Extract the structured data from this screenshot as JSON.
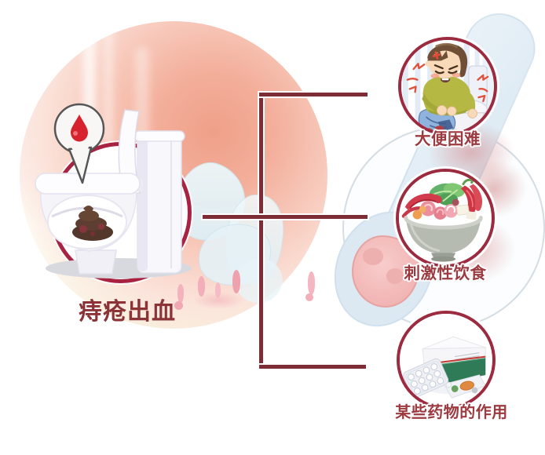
{
  "main": {
    "title": "痔疮出血",
    "illustrations": {
      "toilet": "toilet-with-open-lid-and-stool",
      "bubble": "blood-drop-callout-bubble"
    }
  },
  "causes": [
    {
      "label": "大便困难",
      "illustration": "boy-straining-on-toilet"
    },
    {
      "label": "刺激性饮食",
      "illustration": "spicy-hotpot-bowl"
    },
    {
      "label": "某些药物的作用",
      "illustration": "medicine-box-and-blister-pills"
    }
  ],
  "colors": {
    "background": "#ffffff",
    "main_circle_salmon": "#efa089",
    "accent_ring": "#a82342",
    "connector_line": "#7d2d35",
    "cause_circle_border": "#9c2b40",
    "cause_label_text": "#9c3a40",
    "title_text": "#8c3338",
    "blood_drop": "#d6232e"
  }
}
